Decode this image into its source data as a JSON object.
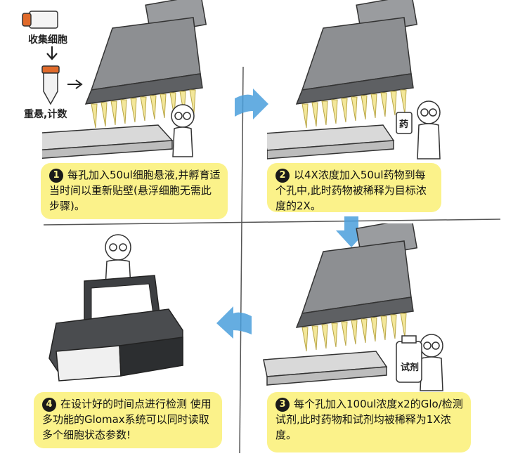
{
  "labels": {
    "collect_cells": "收集细胞",
    "resuspend_count": "重悬,计数",
    "drug_bottle": "药",
    "reagent_bottle": "试剂"
  },
  "steps": [
    {
      "number": "1",
      "text": "每孔加入50ul细胞悬液,并孵育适当时间以重新贴壁(悬浮细胞无需此步骤)。"
    },
    {
      "number": "2",
      "text": "以4X浓度加入50ul药物到每个孔中,此时药物被稀释为目标浓度的2X。"
    },
    {
      "number": "3",
      "text": "每个孔加入100ul浓度x2的Glo/检测试剂,此时药物和试剂均被稀释为1X浓度。"
    },
    {
      "number": "4",
      "text": "在设计好的时间点进行检测 使用多功能的Glomax系统可以同时读取多个细胞状态参数!"
    }
  ],
  "colors": {
    "note_bg": "#fbf28a",
    "arrow_blue": "#4a9fdc",
    "tip_yellow": "#f3e79a",
    "pipette_gray": "#8d8f92"
  },
  "icons": [
    "arrow-down-icon",
    "arrow-right-icon",
    "arrow-left-icon",
    "arrow-down-blue-icon"
  ]
}
